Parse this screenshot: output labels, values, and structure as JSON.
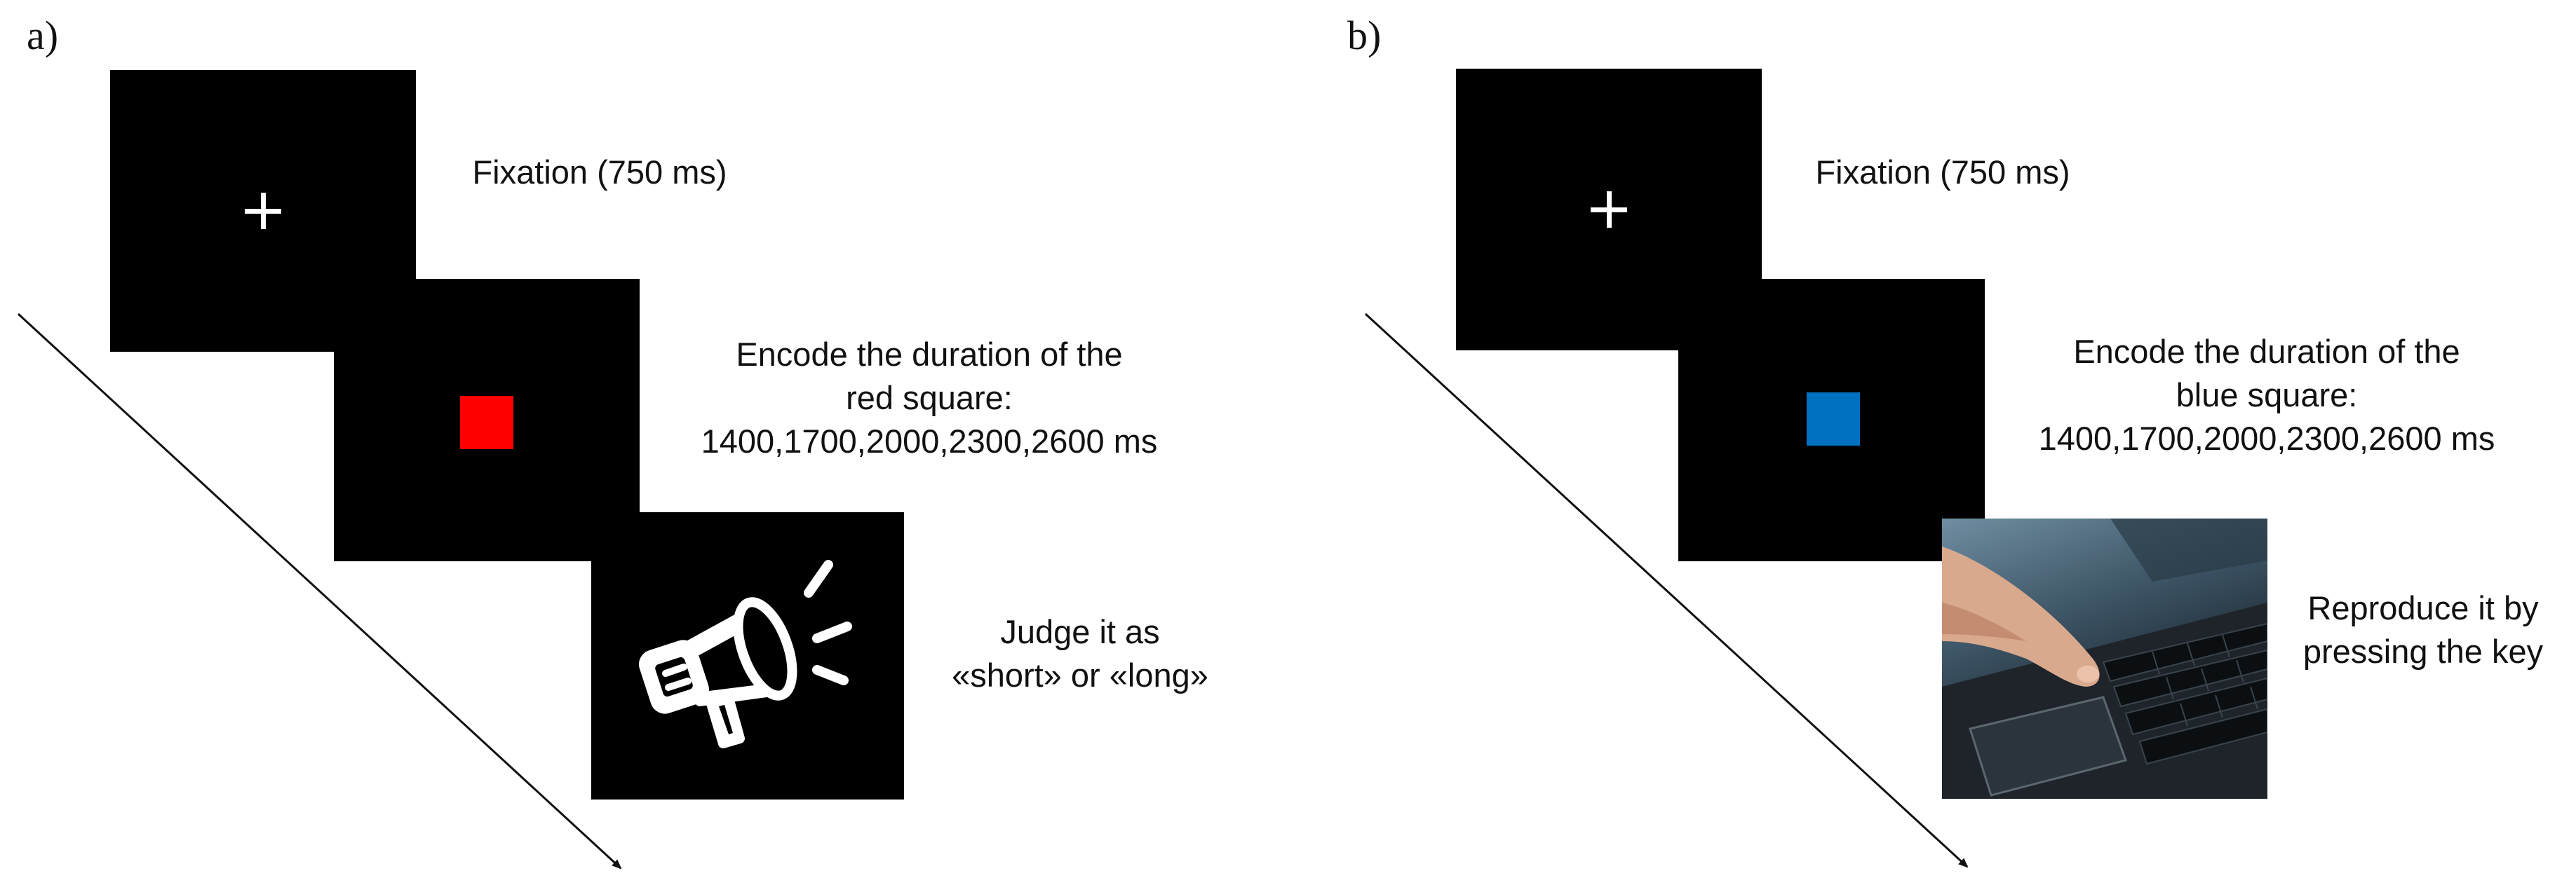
{
  "colors": {
    "red_square": "#ff0000",
    "blue_square": "#0070c0",
    "screen_background": "#000000",
    "fixation_cross": "#ffffff"
  },
  "panel_a": {
    "letter": "a)",
    "fixation_caption": "Fixation (750 ms)",
    "encode_caption": [
      "Encode the duration of the",
      "red square:",
      "1400,1700,2000,2300,2600 ms"
    ],
    "response_caption": [
      "Judge it as",
      "«short» or «long»"
    ],
    "response_icon": "megaphone-icon"
  },
  "panel_b": {
    "letter": "b)",
    "fixation_caption": "Fixation (750 ms)",
    "encode_caption": [
      "Encode the duration of the",
      "blue square:",
      "1400,1700,2000,2300,2600 ms"
    ],
    "response_caption": [
      "Reproduce it by",
      "pressing the key"
    ],
    "response_image": "finger-pressing-keyboard-photo"
  }
}
